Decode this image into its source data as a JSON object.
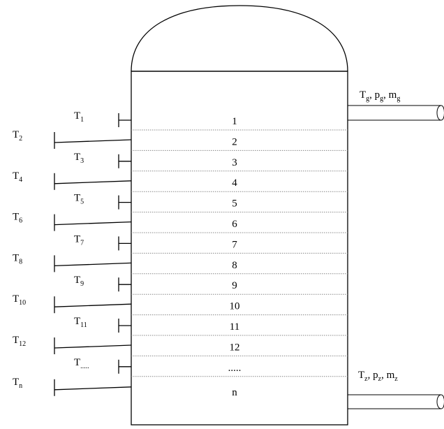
{
  "sensors_right": [
    {
      "base": "T",
      "sub": "1"
    },
    {
      "base": "T",
      "sub": "3"
    },
    {
      "base": "T",
      "sub": "5"
    },
    {
      "base": "T",
      "sub": "7"
    },
    {
      "base": "T",
      "sub": "9"
    },
    {
      "base": "T",
      "sub": "11"
    },
    {
      "base": "T",
      "sub": "....."
    }
  ],
  "sensors_left": [
    {
      "base": "T",
      "sub": "2"
    },
    {
      "base": "T",
      "sub": "4"
    },
    {
      "base": "T",
      "sub": "6"
    },
    {
      "base": "T",
      "sub": "8"
    },
    {
      "base": "T",
      "sub": "10"
    },
    {
      "base": "T",
      "sub": "12"
    },
    {
      "base": "T",
      "sub": "n"
    }
  ],
  "layer_numbers": [
    "1",
    "2",
    "3",
    "4",
    "5",
    "6",
    "7",
    "8",
    "9",
    "10",
    "11",
    "12",
    ".....",
    "n"
  ],
  "outlet_top": {
    "t": "T",
    "t_sub": "g",
    "p": "p",
    "p_sub": "g",
    "m": "m",
    "m_sub": "g",
    "sep": ", "
  },
  "outlet_bottom": {
    "t": "T",
    "t_sub": "z",
    "p": "p",
    "p_sub": "z",
    "m": "m",
    "m_sub": "z",
    "sep": ", "
  }
}
